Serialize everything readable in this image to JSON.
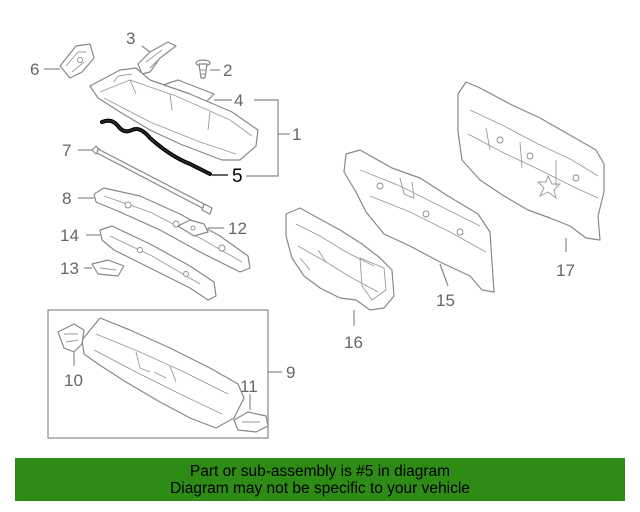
{
  "diagram": {
    "callouts": {
      "c1": "1",
      "c2": "2",
      "c3": "3",
      "c4": "4",
      "c5": "5",
      "c6": "6",
      "c7": "7",
      "c8": "8",
      "c9": "9",
      "c10": "10",
      "c11": "11",
      "c12": "12",
      "c13": "13",
      "c14": "14",
      "c15": "15",
      "c16": "16",
      "c17": "17"
    },
    "highlight_color": "#000000",
    "line_color": "#888888"
  },
  "banner": {
    "line1": "Part or sub-assembly is #5 in diagram",
    "line2": "Diagram may not be specific to your vehicle",
    "background": "#2e8b16"
  }
}
